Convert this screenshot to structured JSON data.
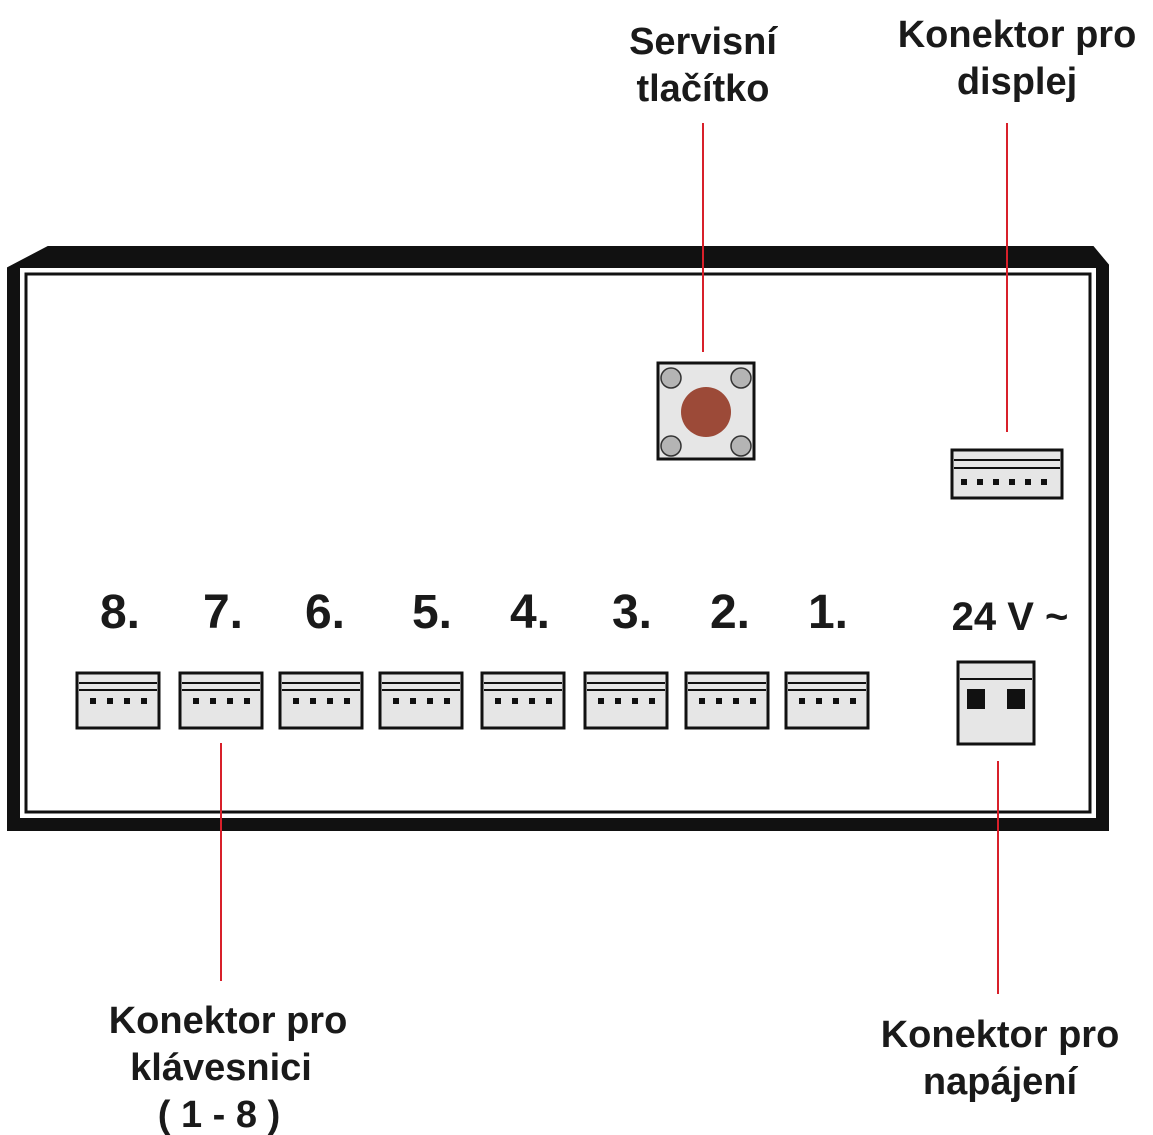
{
  "labels": {
    "service_button": [
      "Servisní",
      "tlačítko"
    ],
    "display_connector": [
      "Konektor pro",
      "displej"
    ],
    "keyboard_connector": [
      "Konektor pro",
      "klávesnici",
      "( 1 - 8 )"
    ],
    "power_connector": [
      "Konektor pro",
      "napájení"
    ],
    "voltage": "24 V ~"
  },
  "port_numbers": [
    "8.",
    "7.",
    "6.",
    "5.",
    "4.",
    "3.",
    "2.",
    "1."
  ],
  "colors": {
    "leader_line": "#d8202a",
    "button_cap": "#9c4a38",
    "connector_fill": "#e6e6e6",
    "outline": "#1a1a1a"
  }
}
